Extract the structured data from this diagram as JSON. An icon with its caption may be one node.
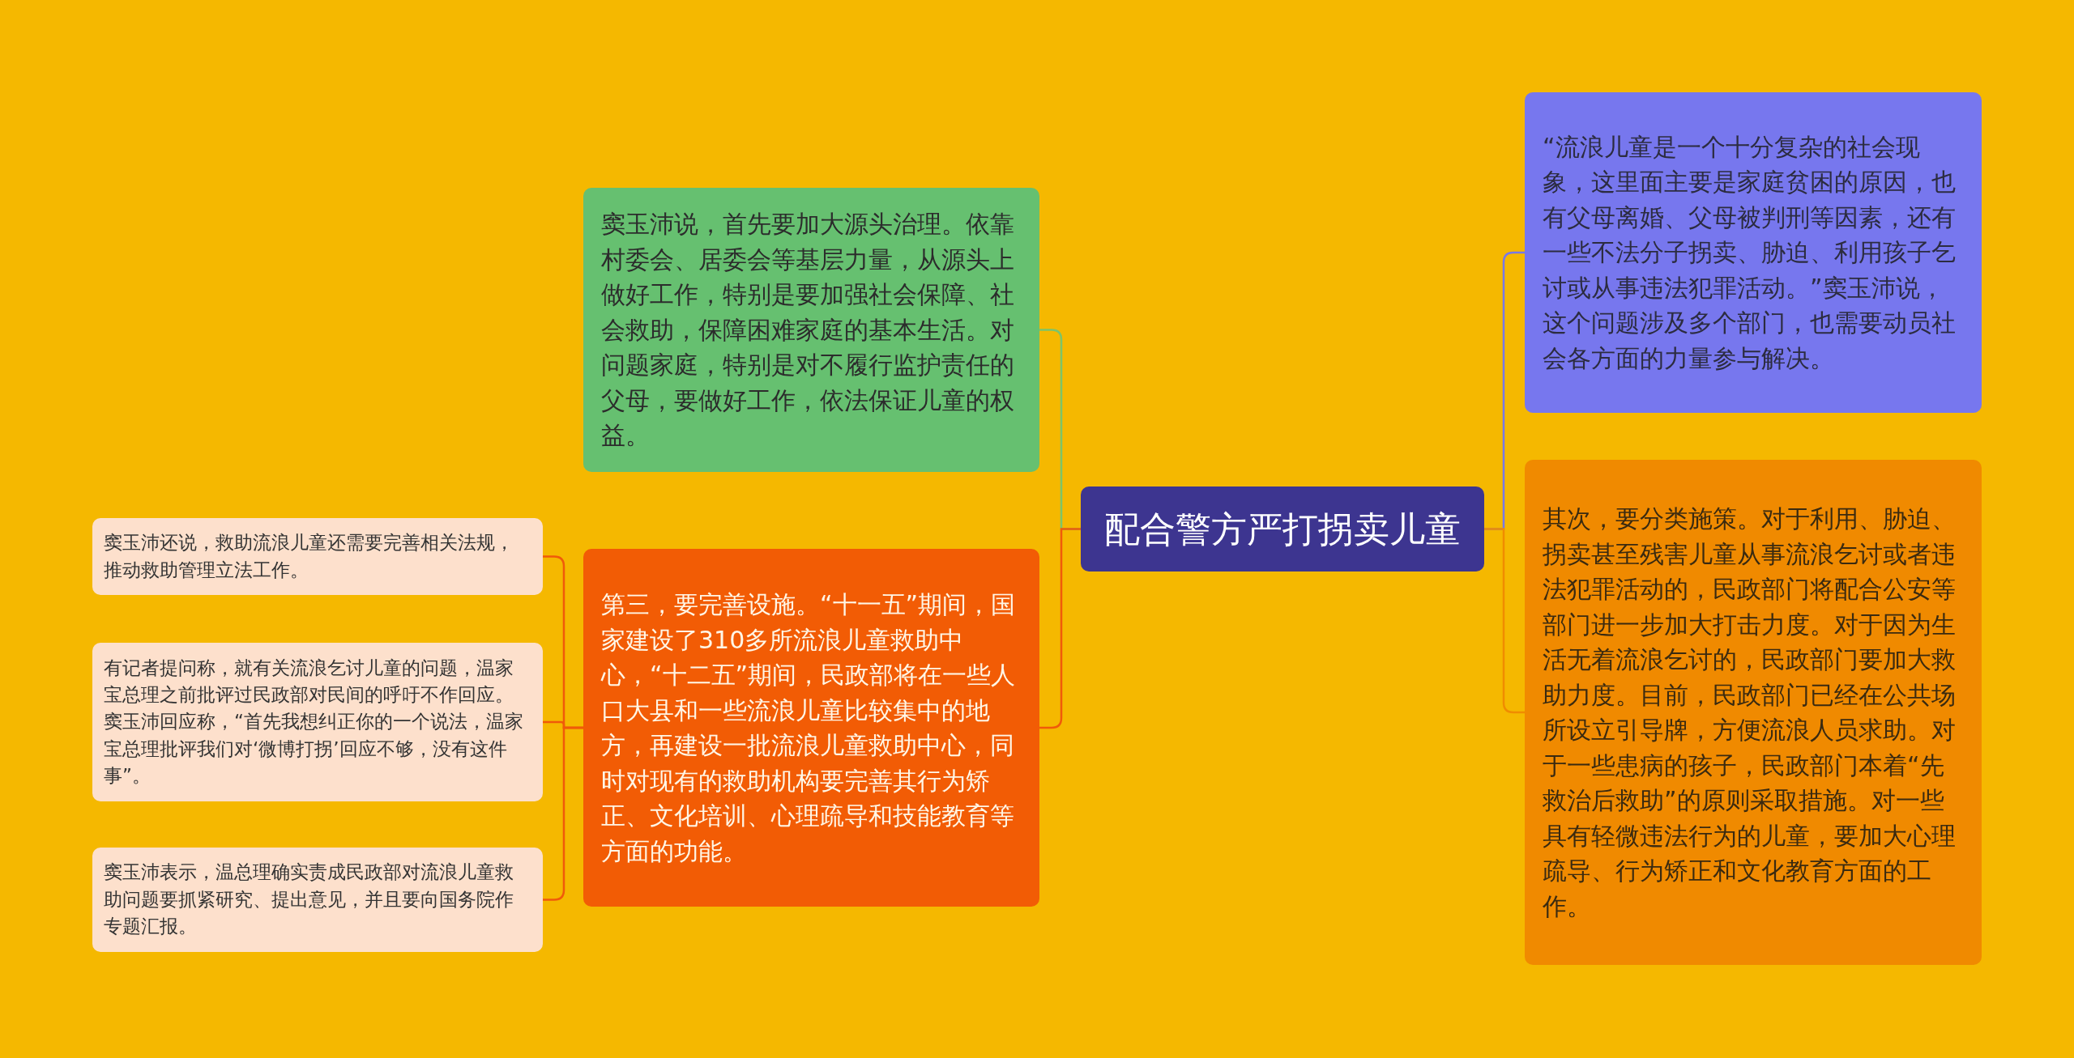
{
  "diagram": {
    "nodes": [
      {
        "text": [
          "配合警方严打拐卖儿童"
        ]
      },
      {
        "text": [
          "窦玉沛说，首先要加大源头治理。依靠村委会、居委会等基层力量，从源头上做好工作，特别是要加强社会保障、社会救助，保障困难家庭的基本生活。对问题家庭，特别是对不履行监护责任的父母，要做好工作，依法保证儿童的权益。"
        ]
      },
      {
        "text": [
          "第三，要完善设施。“十一五”期间，国家建设了310多所流浪儿童救助中心，“十二五”期间，民政部将在一些人口大县和一些流浪儿童比较集中的地方，再建设一批流浪儿童救助中心，同时对现有的救助机构要完善其行为矫正、文化培训、心理疏导和技能教育等方面的功能。"
        ]
      },
      {
        "text": [
          "窦玉沛还说，救助流浪儿童还需要完善相关法规，推动救助管理立法工作。"
        ]
      },
      {
        "text": [
          "有记者提问称，就有关流浪乞讨儿童的问题，温家宝总理之前批评过民政部对民间的呼吁不作回应。窦玉沛回应称，“首先我想纠正你的一个说法，温家宝总理批评我们对‘微博打拐’回应不够，没有这件事”。"
        ]
      },
      {
        "text": [
          "窦玉沛表示，温总理确实责成民政部对流浪儿童救助问题要抓紧研究、提出意见，并且要向国务院作专题汇报。"
        ]
      },
      {
        "text": [
          "“流浪儿童是一个十分复杂的社会现象，这里面主要是家庭贫困的原因，也有父母离婚、父母被判刑等因素，还有一些不法分子拐卖、胁迫、利用孩子乞讨或从事违法犯罪活动。”窦玉沛说，这个问题涉及多个部门，也需要动员社会各方面的力量参与解决。"
        ]
      },
      {
        "text": [
          "其次，要分类施策。对于利用、胁迫、拐卖甚至残害儿童从事流浪乞讨或者违法犯罪活动的，民政部门将配合公安等部门进一步加大打击力度。对于因为生活无着流浪乞讨的，民政部门要加大救助力度。目前，民政部门已经在公共场所设立引导牌，方便流浪人员求助。对于一些患病的孩子，民政部门本着“先救治后救助”的原则采取措施。对一些具有轻微违法行为的儿童，要加大心理疏导、行为矫正和文化教育方面的工作。"
        ]
      }
    ],
    "edges": [
      {
        "from": 0,
        "to": 1,
        "arrow": "none",
        "color": "#7cc46a"
      },
      {
        "from": 0,
        "to": 2,
        "arrow": "none",
        "color": "#f05a0a"
      },
      {
        "from": 2,
        "to": 3,
        "arrow": "none",
        "color": "#f05a0a"
      },
      {
        "from": 2,
        "to": 4,
        "arrow": "none",
        "color": "#f05a0a"
      },
      {
        "from": 2,
        "to": 5,
        "arrow": "none",
        "color": "#f05a0a"
      },
      {
        "from": 0,
        "to": 6,
        "arrow": "none",
        "color": "#7878e8"
      },
      {
        "from": 0,
        "to": 7,
        "arrow": "none",
        "color": "#f08c00"
      }
    ]
  }
}
